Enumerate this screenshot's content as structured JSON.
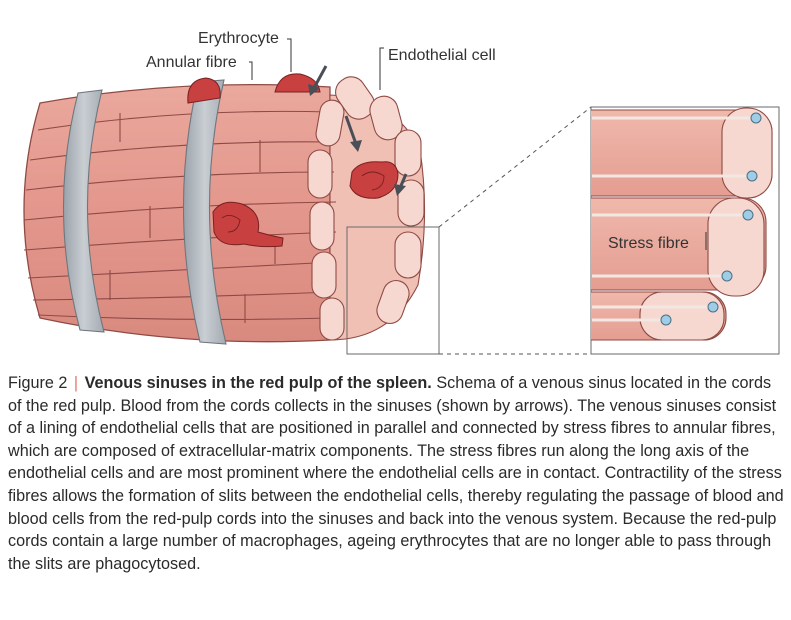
{
  "labels": {
    "erythrocyte": "Erythrocyte",
    "annular_fibre": "Annular fibre",
    "endothelial_cell": "Endothelial cell",
    "stress_fibre": "Stress fibre"
  },
  "caption": {
    "figure_number": "Figure 2",
    "separator": "|",
    "title": "Venous sinuses in the red pulp of the spleen.",
    "body": "Schema of a venous sinus located in the cords of the red pulp. Blood from the cords collects in the sinuses (shown by arrows). The venous sinuses consist of a lining of endothelial cells that are positioned in parallel and connected by stress fibres to annular fibres, which are composed of extracellular-matrix components. The stress fibres run along the long axis of the endothelial cells and are most prominent where the endothelial cells are in contact. Contractility of the stress fibres allows the formation of slits between the endothelial cells, thereby regulating the passage of blood and blood cells from the red-pulp cords into the sinuses and back into the venous system. Because the red-pulp cords contain a large number of macrophages, ageing erythrocytes that are no longer able to pass through the slits are phagocytosed."
  },
  "colors": {
    "cell_fill": "#e3968c",
    "cell_stroke": "#8f4a44",
    "cell_cap": "#f6d8d0",
    "annular_fibre": "#b7bdc3",
    "erythrocyte": "#c8403f",
    "stress_fibre_dot": "#9fcde6"
  }
}
